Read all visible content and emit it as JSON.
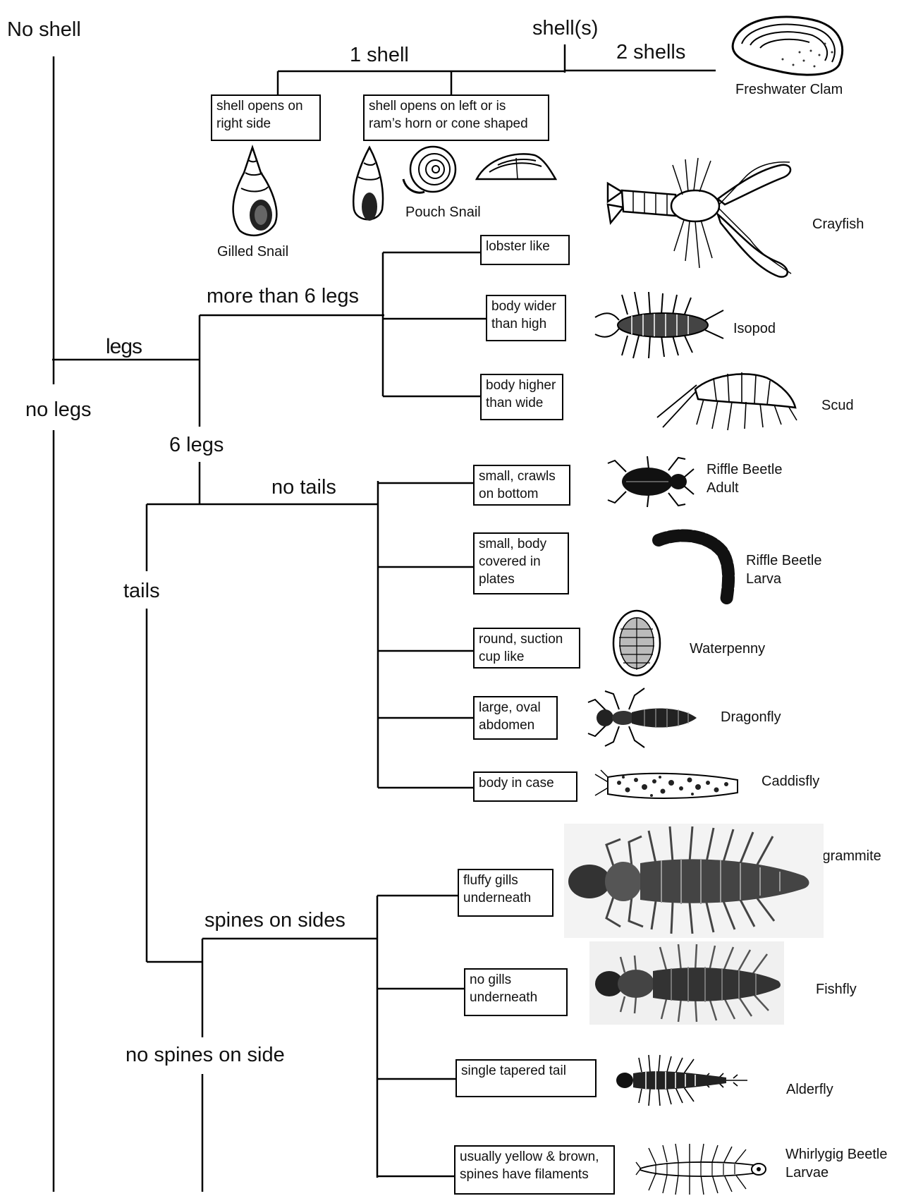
{
  "top": {
    "no_shell": "No shell",
    "shells": "shell(s)",
    "one_shell": "1 shell",
    "two_shells": "2 shells"
  },
  "branches": {
    "legs": "legs",
    "no_legs": "no legs",
    "more_than_6_legs": "more than 6 legs",
    "six_legs": "6 legs",
    "no_tails": "no tails",
    "tails": "tails",
    "spines_on_sides": "spines on sides",
    "no_spines_on_side": "no spines on side"
  },
  "boxes": {
    "shell_right": "shell opens on\nright side",
    "shell_left": "shell opens on left or is\nram’s horn or cone shaped",
    "lobster_like": "lobster like",
    "body_wider": "body wider\nthan high",
    "body_higher": "body higher\nthan wide",
    "crawls_bottom": "small, crawls\non bottom",
    "plates": "small, body\ncovered in\nplates",
    "suction": "round, suction\ncup like",
    "oval_abdomen": "large, oval\nabdomen",
    "body_case": "body in case",
    "fluffy_gills": "fluffy gills\nunderneath",
    "no_gills": "no gills\nunderneath",
    "tapered_tail": "single tapered tail",
    "yellow_brown": "usually yellow & brown,\nspines have filaments"
  },
  "organisms": {
    "freshwater_clam": "Freshwater Clam",
    "gilled_snail": "Gilled Snail",
    "pouch_snail": "Pouch Snail",
    "crayfish": "Crayfish",
    "isopod": "Isopod",
    "scud": "Scud",
    "riffle_adult_1": "Riffle Beetle",
    "riffle_adult_2": "Adult",
    "riffle_larva_1": "Riffle Beetle",
    "riffle_larva_2": "Larva",
    "waterpenny": "Waterpenny",
    "dragonfly": "Dragonfly",
    "caddisfly": "Caddisfly",
    "hellgrammite": "Hellgrammite",
    "fishfly": "Fishfly",
    "alderfly": "Alderfly",
    "whirligig_1": "Whirlygig Beetle",
    "whirligig_2": "Larvae"
  }
}
